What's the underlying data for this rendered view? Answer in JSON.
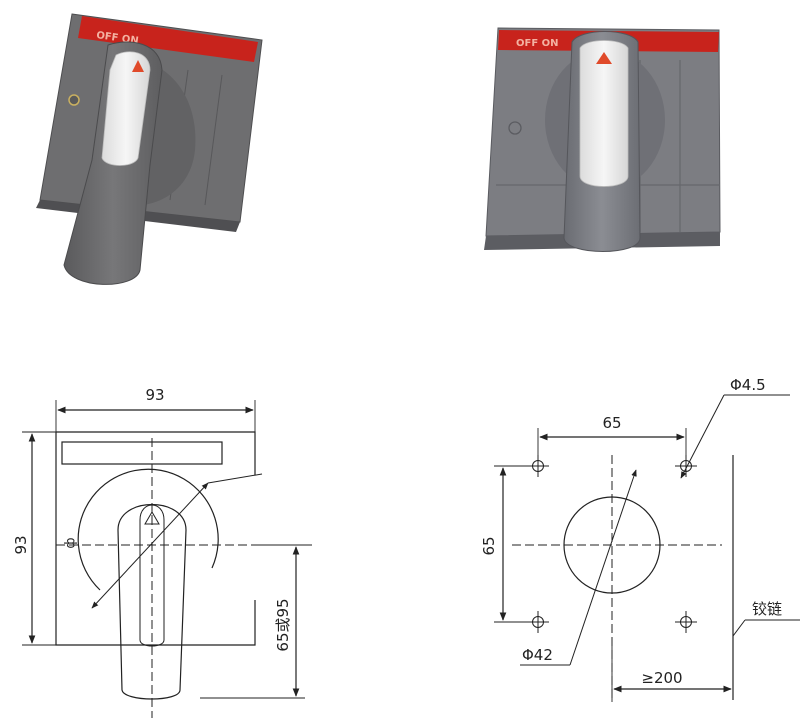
{
  "photos": {
    "left_handle": {
      "red_label": "OFF    ON",
      "panel_color": "#6e6e70",
      "label_color": "#c8231c"
    },
    "right_handle": {
      "red_label": "OFF    ON",
      "panel_color": "#7c7d82",
      "label_color": "#c8231c"
    }
  },
  "front_view": {
    "width_label": "93",
    "height_label": "93",
    "depth_label": "65或95"
  },
  "mounting_view": {
    "horizontal_spacing": "65",
    "vertical_spacing": "65",
    "hole_label": "Φ4.5",
    "shaft_label": "Φ42",
    "distance_label": "≥200",
    "hinge_label": "铰链"
  },
  "colors": {
    "line": "#222222",
    "red_label": "#c8231c",
    "arrow": "#e04a2a"
  }
}
